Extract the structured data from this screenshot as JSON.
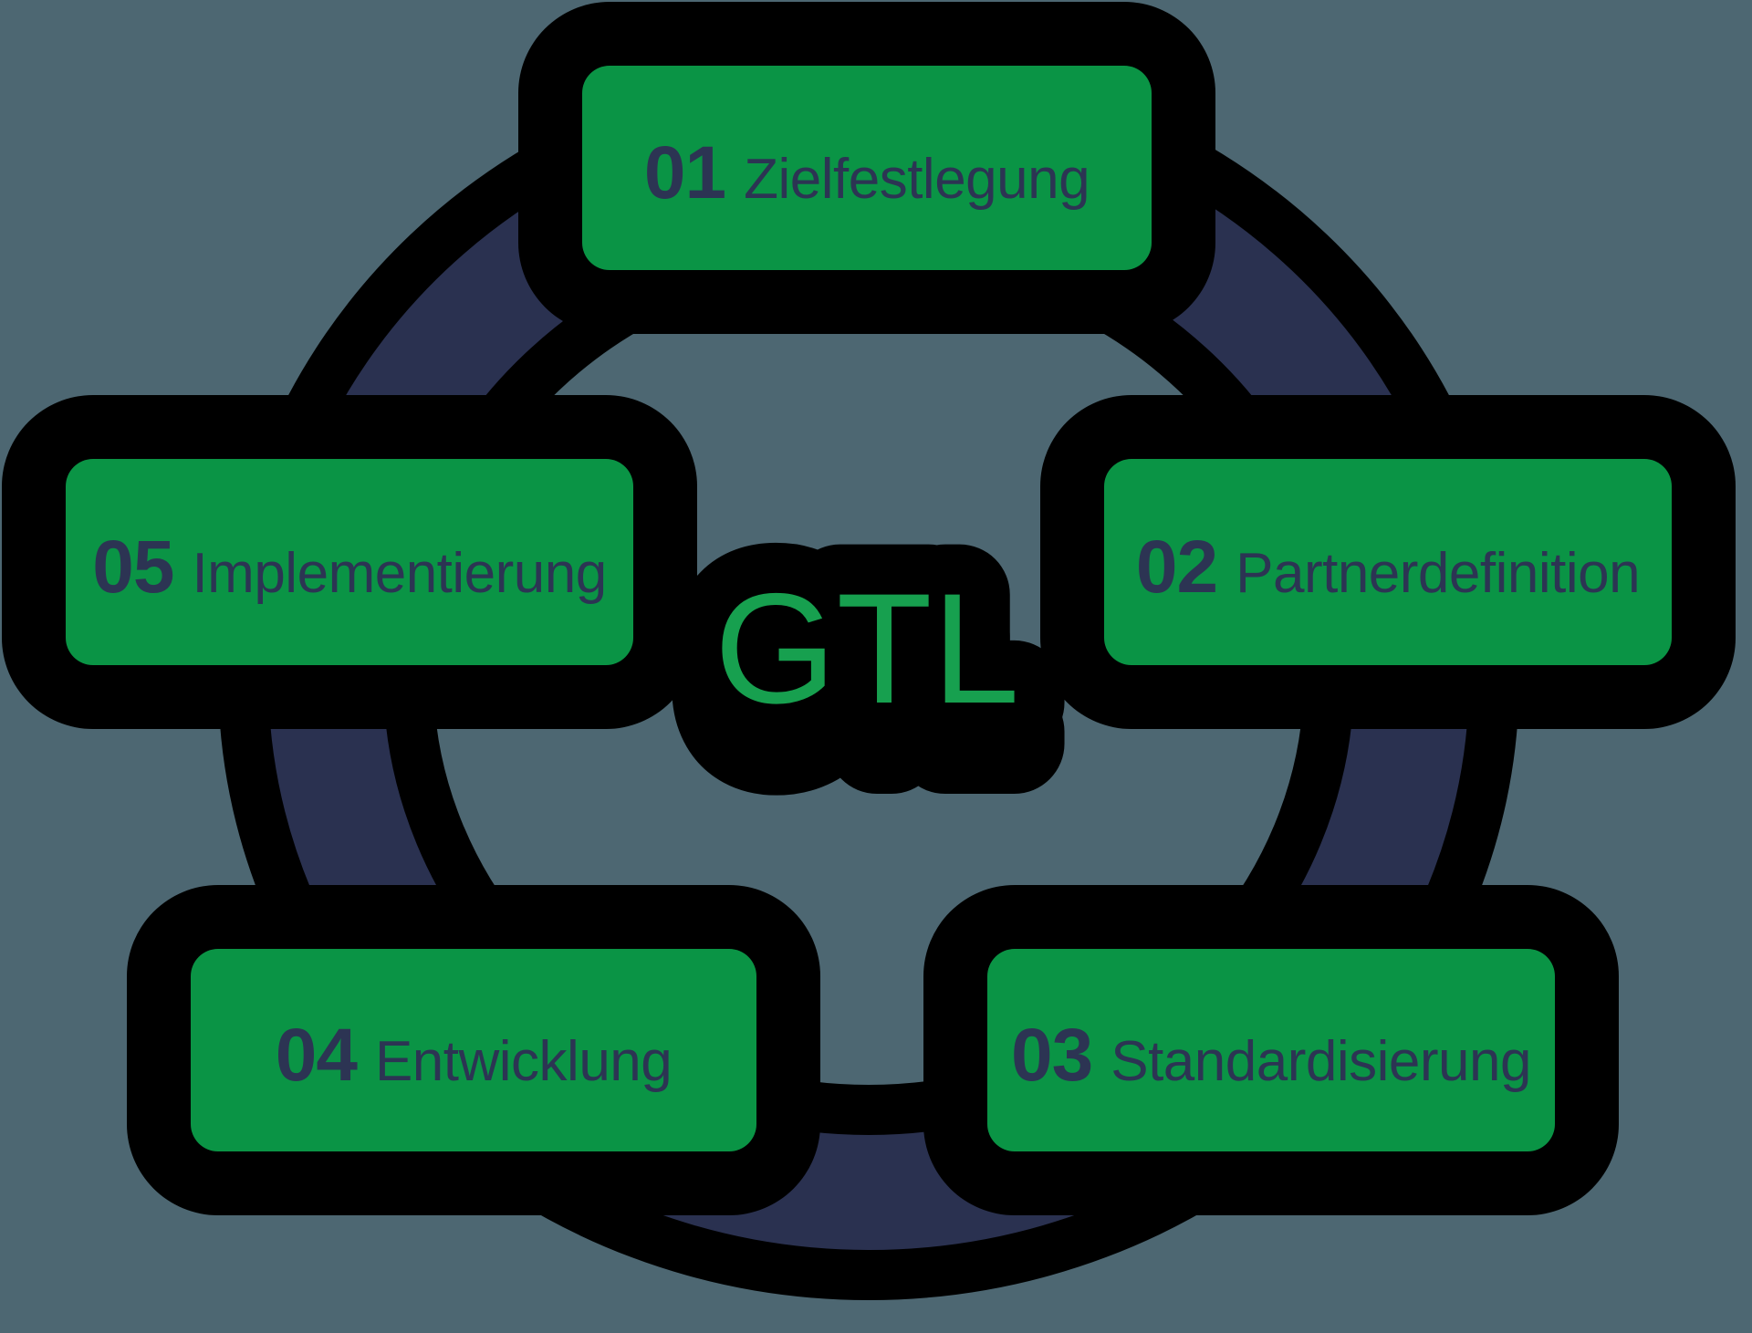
{
  "center": {
    "label": "GTL"
  },
  "steps": [
    {
      "number": "01",
      "label": "Zielfestlegung"
    },
    {
      "number": "02",
      "label": "Partnerdefinition"
    },
    {
      "number": "03",
      "label": "Standardisierung"
    },
    {
      "number": "04",
      "label": "Entwicklung"
    },
    {
      "number": "05",
      "label": "Implementierung"
    }
  ],
  "colors": {
    "background": "#4D6772",
    "outline": "#000000",
    "ring": "#2A3150",
    "box_green": "#0A9445",
    "center_green": "#17A04F",
    "text": "#2C3453"
  }
}
